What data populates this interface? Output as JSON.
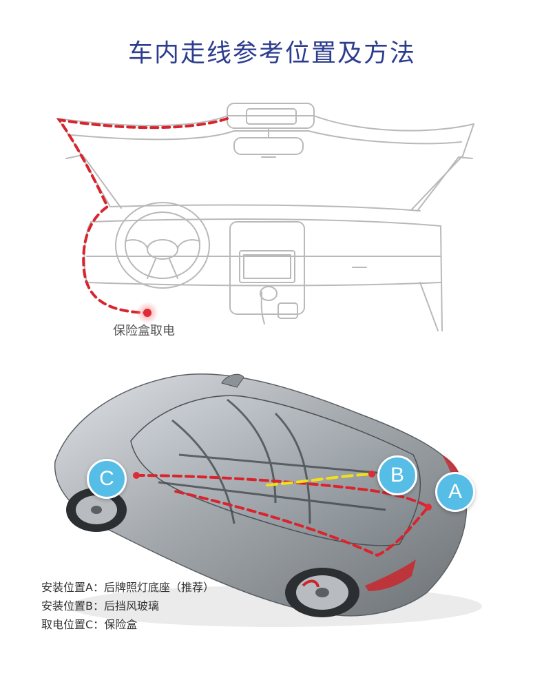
{
  "title": "车内走线参考位置及方法",
  "fuse_box_label": "保险盒取电",
  "markers": {
    "a": "A",
    "b": "B",
    "c": "C"
  },
  "legend": [
    {
      "key": "安装位置A：",
      "value": "后牌照灯底座（推荐）"
    },
    {
      "key": "安装位置B：",
      "value": "后挡风玻璃"
    },
    {
      "key": "取电位置C：",
      "value": "保险盒"
    }
  ],
  "colors": {
    "title": "#2d3d8e",
    "wire_red": "#d9232d",
    "wire_yellow": "#f2df1a",
    "marker": "#56bde6",
    "line_art": "#b9b9b9"
  }
}
